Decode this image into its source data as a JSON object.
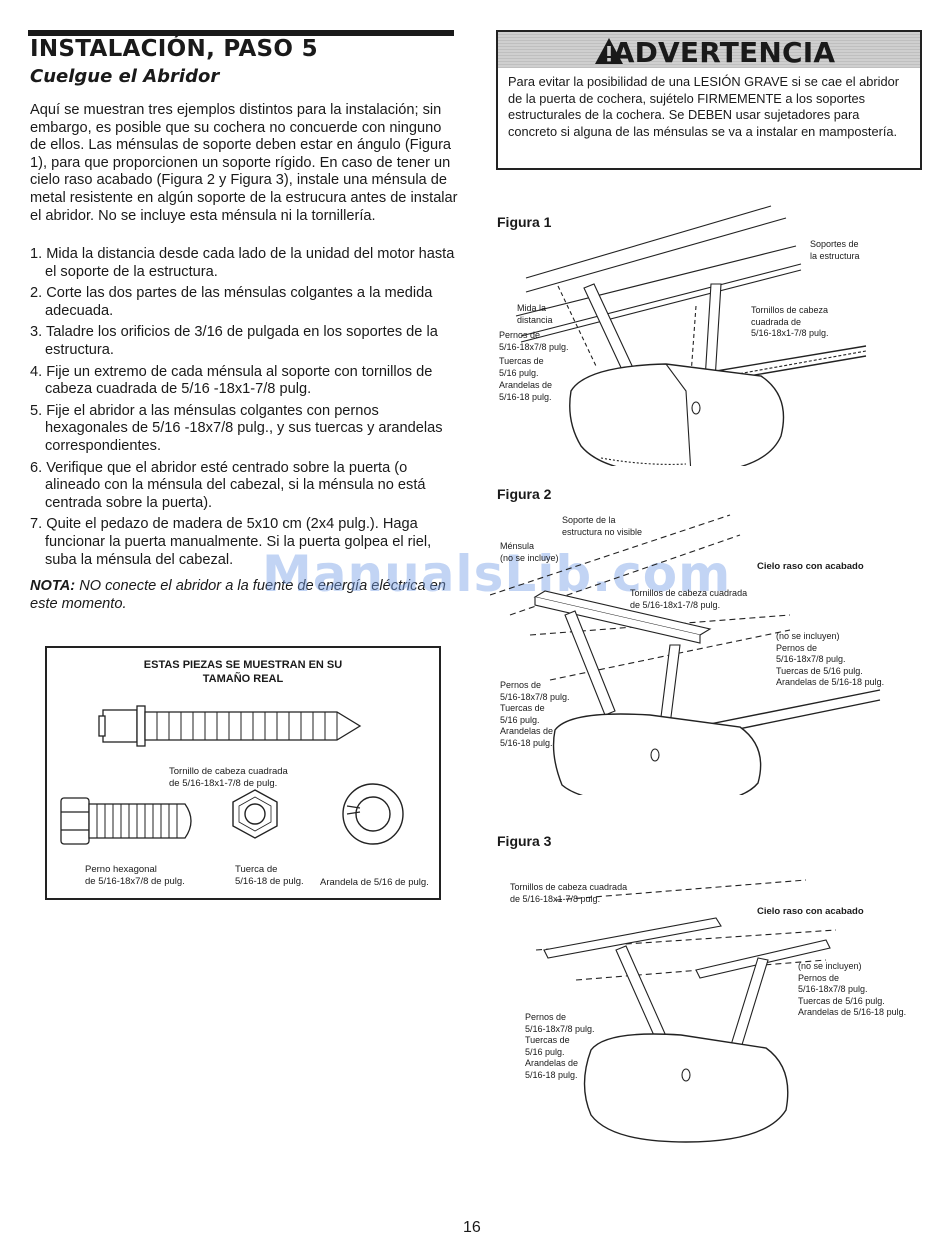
{
  "header": {
    "title": "INSTALACIÓN, PASO 5",
    "subtitle": "Cuelgue el Abridor"
  },
  "intro": "Aquí se muestran tres ejemplos distintos para la instalación; sin embargo, es posible que su cochera no concuerde con ninguno de ellos. Las ménsulas de soporte deben estar en ángulo (Figura 1), para que proporcionen un soporte rígido. En caso de tener un cielo raso acabado (Figura 2 y Figura 3), instale una ménsula de metal resistente en algún soporte de la estrucura antes de instalar el abridor. No se incluye esta ménsula ni la tornillería.",
  "steps": [
    "1. Mida la distancia desde cada lado de la unidad del motor hasta el soporte de la estructura.",
    "2. Corte las dos partes de las ménsulas colgantes a la medida adecuada.",
    "3. Taladre los orificios de 3/16 de pulgada en los soportes de la estructura.",
    "4. Fije un extremo de cada ménsula al soporte con tornillos de cabeza cuadrada de 5/16 -18x1-7/8 pulg.",
    "5. Fije el abridor a las ménsulas colgantes con pernos hexagonales de 5/16 -18x7/8 pulg., y sus tuercas y arandelas correspondientes.",
    "6. Verifique que el abridor esté centrado sobre la puerta (o alineado con la ménsula del cabezal, si la ménsula no está centrada sobre la puerta).",
    "7. Quite el pedazo de madera de 5x10 cm (2x4 pulg.). Haga funcionar la puerta manualmente. Si la puerta golpea el riel, suba la ménsula del cabezal."
  ],
  "note": {
    "label": "NOTA:",
    "text": "NO conecte el abridor a la fuente de energía eléctrica en este momento."
  },
  "parts_box": {
    "title_line1": "ESTAS PIEZAS SE MUESTRAN EN SU",
    "title_line2": "TAMAÑO REAL",
    "lag_screw_caption": "Tornillo de cabeza cuadrada\nde 5/16-18x1-7/8 de pulg.",
    "hex_bolt_caption": "Perno hexagonal\nde 5/16-18x7/8 de pulg.",
    "nut_caption": "Tuerca de\n5/16-18 de pulg.",
    "washer_caption": "Arandela de 5/16 de pulg."
  },
  "warning": {
    "title": "ADVERTENCIA",
    "icon": "warning-triangle-icon",
    "text": "Para evitar la posibilidad de una LESIÓN GRAVE si se cae el abridor de la puerta de cochera, sujételo FIRMEMENTE a los soportes estructurales de la cochera. Se DEBEN usar sujetadores para concreto si alguna de las ménsulas se va a instalar en mampostería."
  },
  "figure1": {
    "label": "Figura 1",
    "structural_supports": "Soportes de\nla estructura",
    "measure_distance": "Mida la\ndistancia",
    "bolts": "Pernos de\n5/16-18x7/8 pulg.",
    "nuts": "Tuercas de\n5/16 pulg.",
    "washers": "Arandelas de\n5/16-18 pulg.",
    "lag_screws": "Tornillos de cabeza\ncuadrada de\n5/16-18x1-7/8 pulg."
  },
  "figure2": {
    "label": "Figura 2",
    "hidden_support": "Soporte de la\nestructura no visible",
    "bracket": "Ménsula\n(no se incluye)",
    "finished_ceiling": "Cielo raso con acabado",
    "lag_screws": "Tornillos de cabeza cuadrada\nde 5/16-18x1-7/8 pulg.",
    "not_included_list": "(no se incluyen)\nPernos de\n5/16-18x7/8 pulg.\nTuercas de 5/16 pulg.\nArandelas de 5/16-18 pulg.",
    "left_list": "Pernos de\n5/16-18x7/8 pulg.\nTuercas de\n5/16 pulg.\nArandelas de\n5/16-18 pulg."
  },
  "figure3": {
    "label": "Figura 3",
    "lag_screws": "Tornillos de cabeza cuadrada\nde 5/16-18x1-7/8 pulg.",
    "finished_ceiling": "Cielo raso con acabado",
    "not_included_list": "(no se incluyen)\nPernos de\n5/16-18x7/8 pulg.\nTuercas de 5/16 pulg.\nArandelas de 5/16-18 pulg.",
    "left_list": "Pernos de\n5/16-18x7/8 pulg.\nTuercas de\n5/16 pulg.\nArandelas de\n5/16-18 pulg."
  },
  "watermark": "ManualsLib.com",
  "page_number": "16"
}
